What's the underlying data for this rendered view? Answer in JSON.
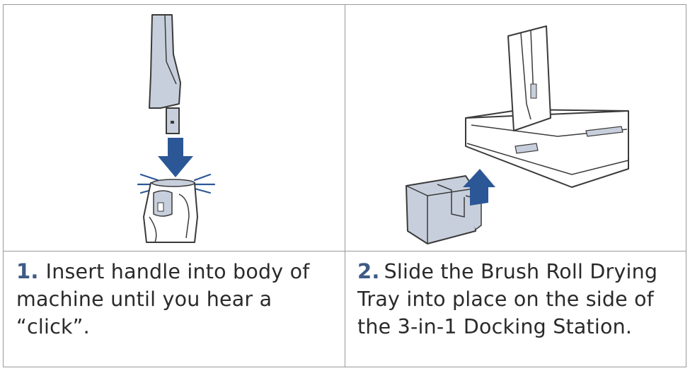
{
  "steps": [
    {
      "number": "1.",
      "text": "Insert handle into body of machine until you hear a “click”.",
      "illustration_icon": "insert-handle-illustration-icon"
    },
    {
      "number": "2.",
      "text": "Slide the Brush Roll Drying Tray into place on the side of the 3-in-1 Docking Station.",
      "illustration_icon": "docking-station-tray-illustration-icon"
    }
  ],
  "colors": {
    "accent_blue": "#3f5a85",
    "arrow_blue": "#2c5797",
    "part_gray": "#c8cfdc",
    "outline": "#3a3a3a",
    "border": "#9a9a9a"
  }
}
